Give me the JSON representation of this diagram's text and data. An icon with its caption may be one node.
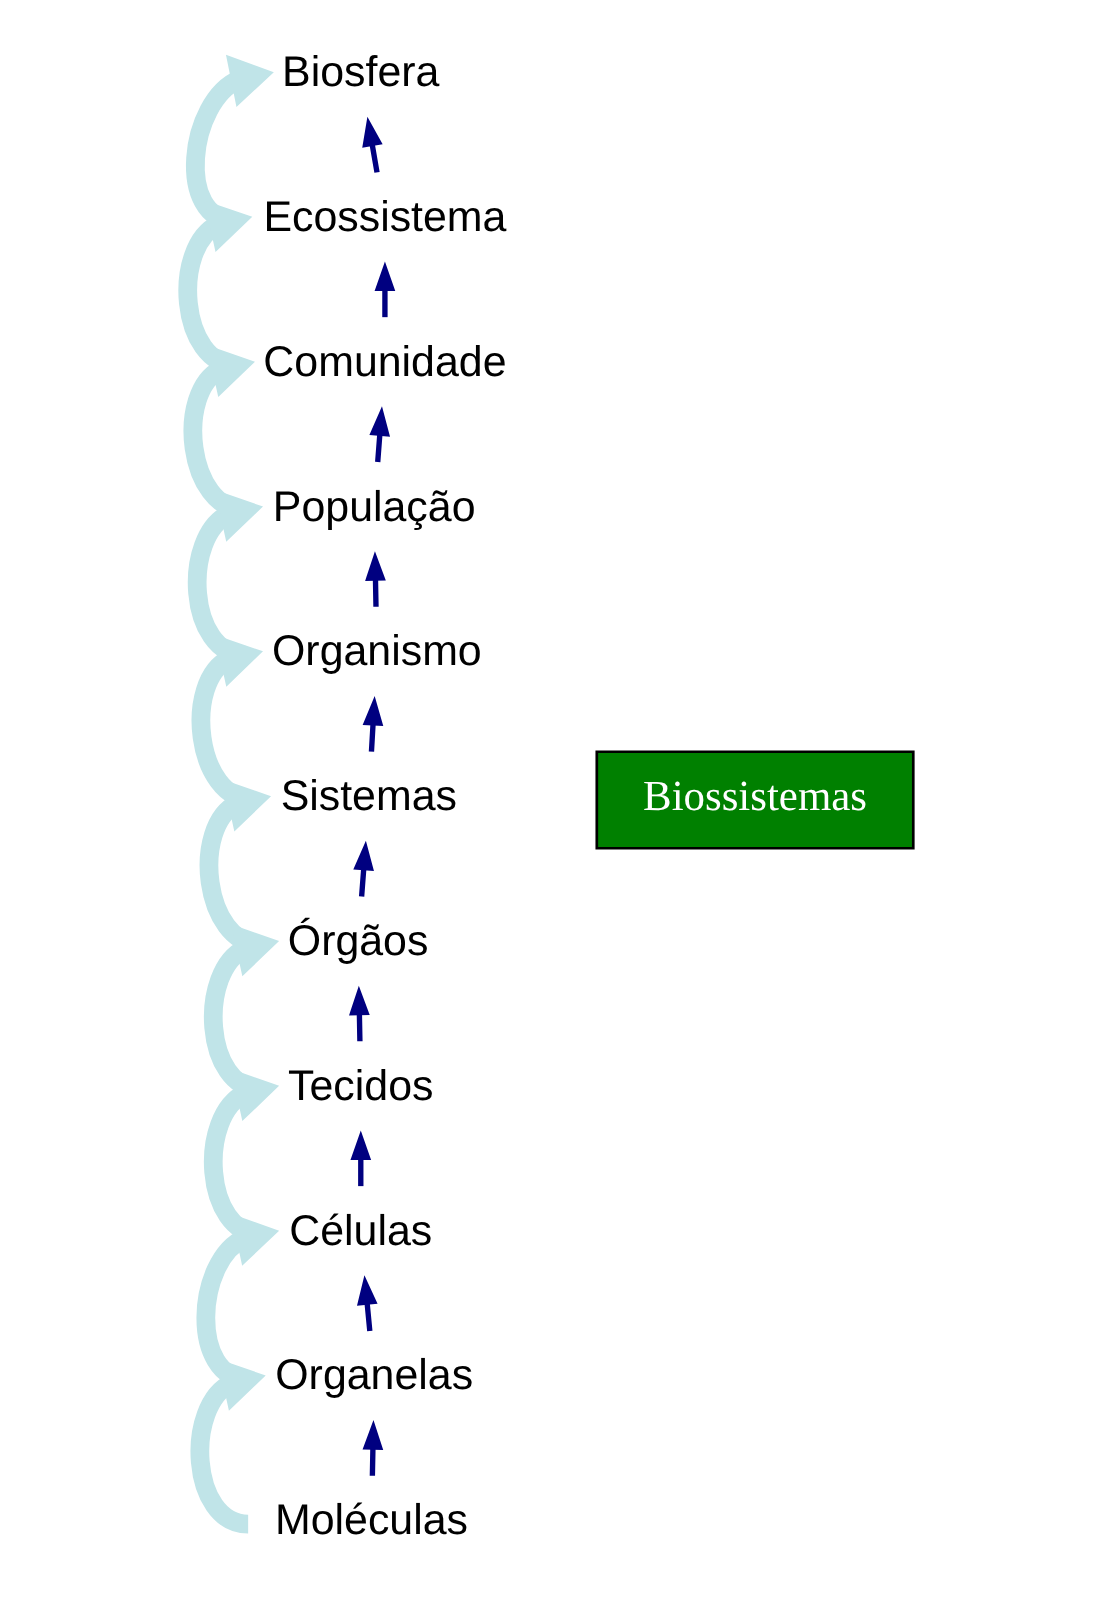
{
  "diagram": {
    "nodes": [
      {
        "text": [
          "Biosfera"
        ]
      },
      {
        "text": [
          "Ecossistema"
        ]
      },
      {
        "text": [
          "Comunidade"
        ]
      },
      {
        "text": [
          "População"
        ]
      },
      {
        "text": [
          "Organismo"
        ]
      },
      {
        "text": [
          "Sistemas"
        ]
      },
      {
        "text": [
          "Órgãos"
        ]
      },
      {
        "text": [
          "Tecidos"
        ]
      },
      {
        "text": [
          "Células"
        ]
      },
      {
        "text": [
          "Organelas"
        ]
      },
      {
        "text": [
          "Moléculas"
        ]
      },
      {
        "text": [
          "Biossistemas"
        ]
      }
    ],
    "edges": [
      {
        "from": 1,
        "to": 0,
        "arrow": "to"
      },
      {
        "from": 2,
        "to": 1,
        "arrow": "to"
      },
      {
        "from": 3,
        "to": 2,
        "arrow": "to"
      },
      {
        "from": 4,
        "to": 3,
        "arrow": "to"
      },
      {
        "from": 5,
        "to": 4,
        "arrow": "to"
      },
      {
        "from": 6,
        "to": 5,
        "arrow": "to"
      },
      {
        "from": 7,
        "to": 6,
        "arrow": "to"
      },
      {
        "from": 8,
        "to": 7,
        "arrow": "to"
      },
      {
        "from": 9,
        "to": 8,
        "arrow": "to"
      },
      {
        "from": 10,
        "to": 9,
        "arrow": "to"
      },
      {
        "from": 1,
        "to": 0,
        "arrow": "to",
        "style": "thick",
        "color": "#c0e4e8"
      },
      {
        "from": 2,
        "to": 1,
        "arrow": "to",
        "style": "thick",
        "color": "#c0e4e8"
      },
      {
        "from": 3,
        "to": 2,
        "arrow": "to",
        "style": "thick",
        "color": "#c0e4e8"
      },
      {
        "from": 4,
        "to": 3,
        "arrow": "to",
        "style": "thick",
        "color": "#c0e4e8"
      },
      {
        "from": 5,
        "to": 4,
        "arrow": "to",
        "style": "thick",
        "color": "#c0e4e8"
      },
      {
        "from": 6,
        "to": 5,
        "arrow": "to",
        "style": "thick",
        "color": "#c0e4e8"
      },
      {
        "from": 7,
        "to": 6,
        "arrow": "to",
        "style": "thick",
        "color": "#c0e4e8"
      },
      {
        "from": 8,
        "to": 7,
        "arrow": "to",
        "style": "thick",
        "color": "#c0e4e8"
      },
      {
        "from": 9,
        "to": 8,
        "arrow": "to",
        "style": "thick",
        "color": "#c0e4e8"
      },
      {
        "from": 10,
        "to": 9,
        "arrow": "to",
        "style": "thick",
        "color": "#c0e4e8"
      }
    ]
  }
}
